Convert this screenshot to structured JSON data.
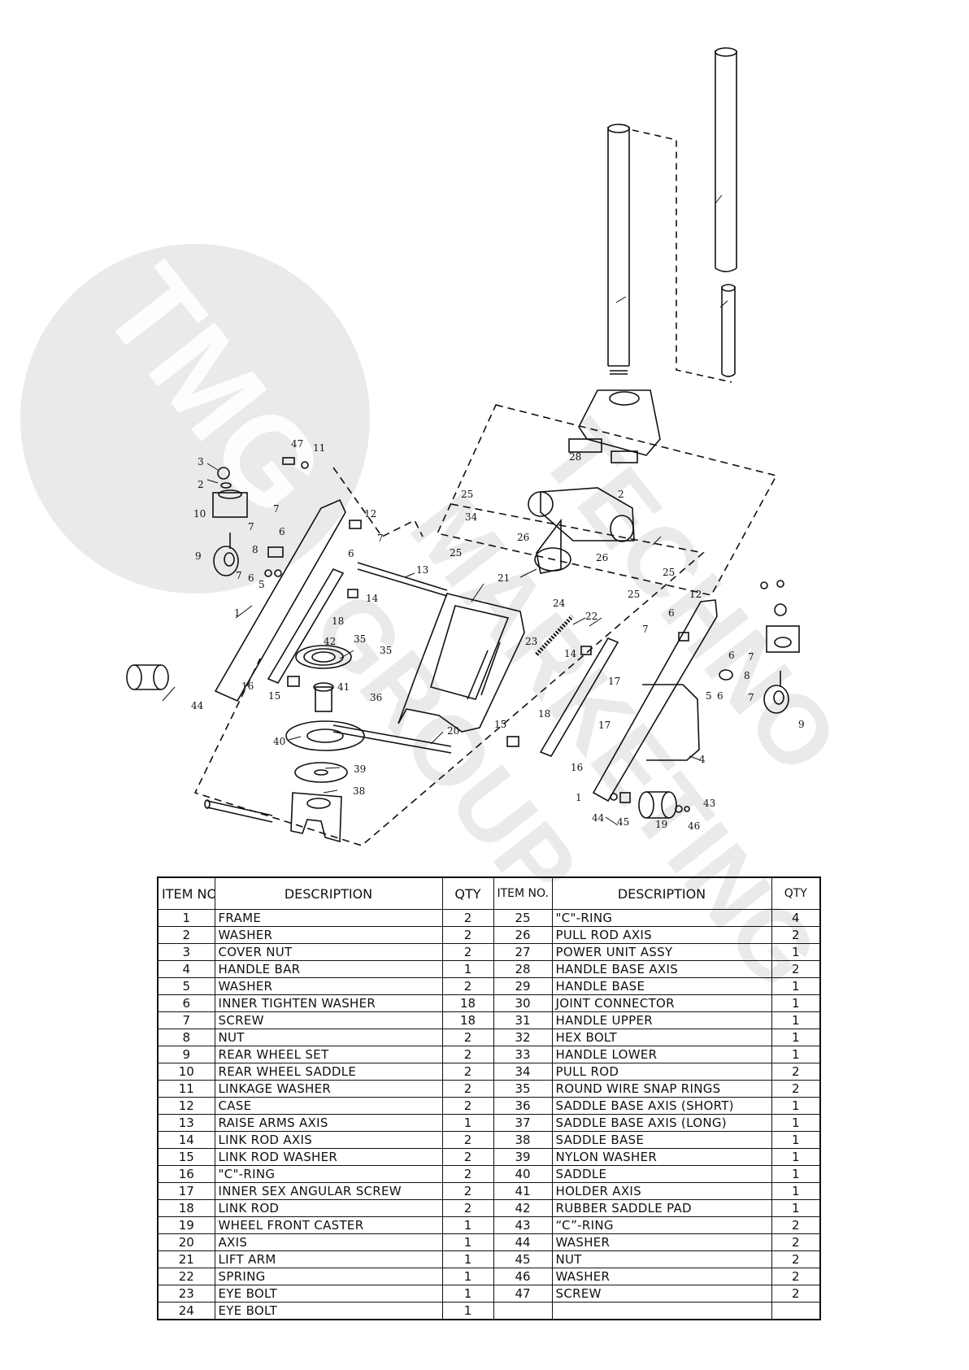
{
  "callouts": [
    "1",
    "2",
    "3",
    "4",
    "5",
    "6",
    "7",
    "8",
    "9",
    "10",
    "11",
    "12",
    "13",
    "14",
    "15",
    "16",
    "17",
    "18",
    "19",
    "20",
    "21",
    "22",
    "23",
    "24",
    "25",
    "26",
    "28",
    "34",
    "35",
    "36",
    "38",
    "39",
    "40",
    "41",
    "42",
    "43",
    "44",
    "45",
    "46",
    "47"
  ],
  "watermark": {
    "logo_text": "TMG",
    "line1": "TECHNO",
    "line2": "MARKETING",
    "line3": "GROUP"
  },
  "table": {
    "headers": {
      "item_no": "ITEM NO.",
      "description": "DESCRIPTION",
      "qty": "QTY"
    },
    "left": [
      {
        "no": "1",
        "desc": "FRAME",
        "qty": "2"
      },
      {
        "no": "2",
        "desc": "WASHER",
        "qty": "2"
      },
      {
        "no": "3",
        "desc": "COVER NUT",
        "qty": "2"
      },
      {
        "no": "4",
        "desc": "HANDLE BAR",
        "qty": "1"
      },
      {
        "no": "5",
        "desc": "WASHER",
        "qty": "2"
      },
      {
        "no": "6",
        "desc": "INNER TIGHTEN WASHER",
        "qty": "18"
      },
      {
        "no": "7",
        "desc": "SCREW",
        "qty": "18"
      },
      {
        "no": "8",
        "desc": "NUT",
        "qty": "2"
      },
      {
        "no": "9",
        "desc": "REAR WHEEL SET",
        "qty": "2"
      },
      {
        "no": "10",
        "desc": "REAR WHEEL SADDLE",
        "qty": "2"
      },
      {
        "no": "11",
        "desc": "LINKAGE WASHER",
        "qty": "2"
      },
      {
        "no": "12",
        "desc": "CASE",
        "qty": "2"
      },
      {
        "no": "13",
        "desc": "RAISE ARMS AXIS",
        "qty": "1"
      },
      {
        "no": "14",
        "desc": "LINK ROD AXIS",
        "qty": "2"
      },
      {
        "no": "15",
        "desc": "LINK ROD WASHER",
        "qty": "2"
      },
      {
        "no": "16",
        "desc": "\"C\"-RING",
        "qty": "2"
      },
      {
        "no": "17",
        "desc": "INNER SEX ANGULAR SCREW",
        "qty": "2"
      },
      {
        "no": "18",
        "desc": "LINK ROD",
        "qty": "2"
      },
      {
        "no": "19",
        "desc": "WHEEL FRONT CASTER",
        "qty": "1"
      },
      {
        "no": "20",
        "desc": "AXIS",
        "qty": "1"
      },
      {
        "no": "21",
        "desc": "LIFT ARM",
        "qty": "1"
      },
      {
        "no": "22",
        "desc": "SPRING",
        "qty": "1"
      },
      {
        "no": "23",
        "desc": "EYE BOLT",
        "qty": "1"
      },
      {
        "no": "24",
        "desc": "EYE BOLT",
        "qty": "1"
      }
    ],
    "right": [
      {
        "no": "25",
        "desc": "\"C\"-RING",
        "qty": "4"
      },
      {
        "no": "26",
        "desc": "PULL ROD AXIS",
        "qty": "2"
      },
      {
        "no": "27",
        "desc": "POWER UNIT ASSY",
        "qty": "1"
      },
      {
        "no": "28",
        "desc": "HANDLE BASE AXIS",
        "qty": "2"
      },
      {
        "no": "29",
        "desc": "HANDLE BASE",
        "qty": "1"
      },
      {
        "no": "30",
        "desc": "JOINT CONNECTOR",
        "qty": "1"
      },
      {
        "no": "31",
        "desc": "HANDLE UPPER",
        "qty": "1"
      },
      {
        "no": "32",
        "desc": "HEX BOLT",
        "qty": "1"
      },
      {
        "no": "33",
        "desc": "HANDLE LOWER",
        "qty": "1"
      },
      {
        "no": "34",
        "desc": "PULL ROD",
        "qty": "2"
      },
      {
        "no": "35",
        "desc": "ROUND WIRE SNAP RINGS",
        "qty": "2"
      },
      {
        "no": "36",
        "desc": "SADDLE BASE AXIS (SHORT)",
        "qty": "1"
      },
      {
        "no": "37",
        "desc": "SADDLE BASE AXIS (LONG)",
        "qty": "1"
      },
      {
        "no": "38",
        "desc": "SADDLE BASE",
        "qty": "1"
      },
      {
        "no": "39",
        "desc": "NYLON WASHER",
        "qty": "1"
      },
      {
        "no": "40",
        "desc": "SADDLE",
        "qty": "1"
      },
      {
        "no": "41",
        "desc": "HOLDER AXIS",
        "qty": "1"
      },
      {
        "no": "42",
        "desc": "RUBBER SADDLE PAD",
        "qty": "1"
      },
      {
        "no": "43",
        "desc": "“C”-RING",
        "qty": "2"
      },
      {
        "no": "44",
        "desc": "WASHER",
        "qty": "2"
      },
      {
        "no": "45",
        "desc": "NUT",
        "qty": "2"
      },
      {
        "no": "46",
        "desc": "WASHER",
        "qty": "2"
      },
      {
        "no": "47",
        "desc": "SCREW",
        "qty": "2"
      },
      {
        "no": "",
        "desc": "",
        "qty": ""
      }
    ]
  }
}
